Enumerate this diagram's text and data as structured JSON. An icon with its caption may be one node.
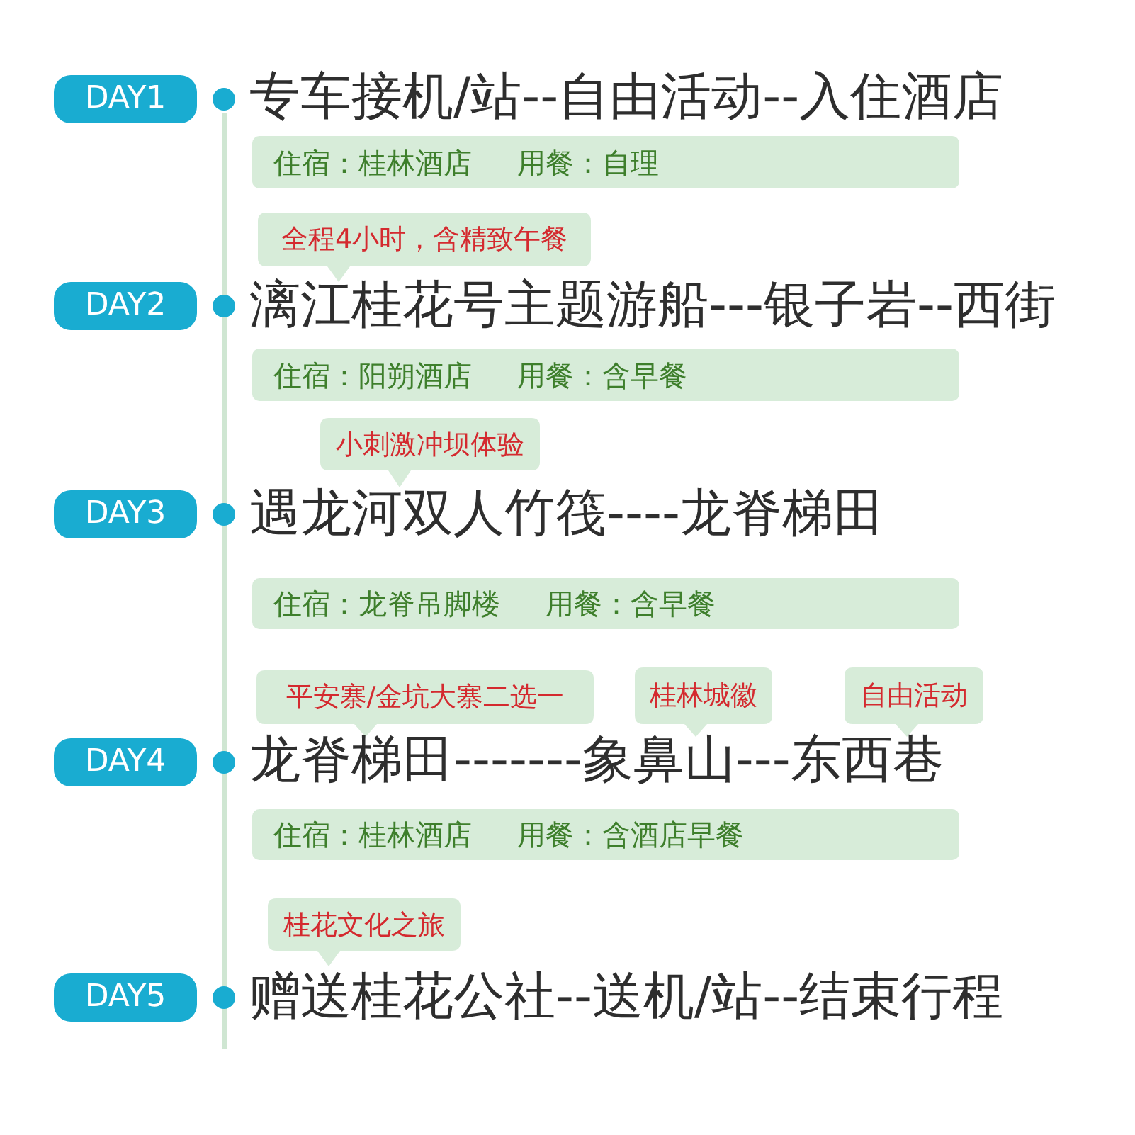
{
  "diagram": {
    "nodes": [
      {
        "text": [
          "DAY1"
        ]
      },
      {
        "text": [
          "住宿：桂林酒店",
          "用餐：自理"
        ]
      },
      {
        "text": [
          "全程4小时，含精致午餐"
        ]
      },
      {
        "text": [
          "DAY2"
        ]
      },
      {
        "text": [
          "住宿：阳朔酒店",
          "用餐：含早餐"
        ]
      },
      {
        "text": [
          "小刺激冲坝体验"
        ]
      },
      {
        "text": [
          "DAY3"
        ]
      },
      {
        "text": [
          "住宿：龙脊吊脚楼",
          "用餐：含早餐"
        ]
      },
      {
        "text": [
          "平安寨/金坑大寨二选一"
        ]
      },
      {
        "text": [
          "桂林城徽"
        ]
      },
      {
        "text": [
          "自由活动"
        ]
      },
      {
        "text": [
          "DAY4"
        ]
      },
      {
        "text": [
          "住宿：桂林酒店",
          "用餐：含酒店早餐"
        ]
      },
      {
        "text": [
          "桂花文化之旅"
        ]
      },
      {
        "text": [
          "DAY5"
        ]
      }
    ],
    "labels": [
      "专车接机/站--自由活动--入住酒店",
      "漓江桂花号主题游船---银子岩--西街",
      "遇龙河双人竹筏----龙脊梯田",
      "龙脊梯田-------象鼻山---东西巷",
      "赠送桂花公社--送机/站--结束行程"
    ]
  }
}
